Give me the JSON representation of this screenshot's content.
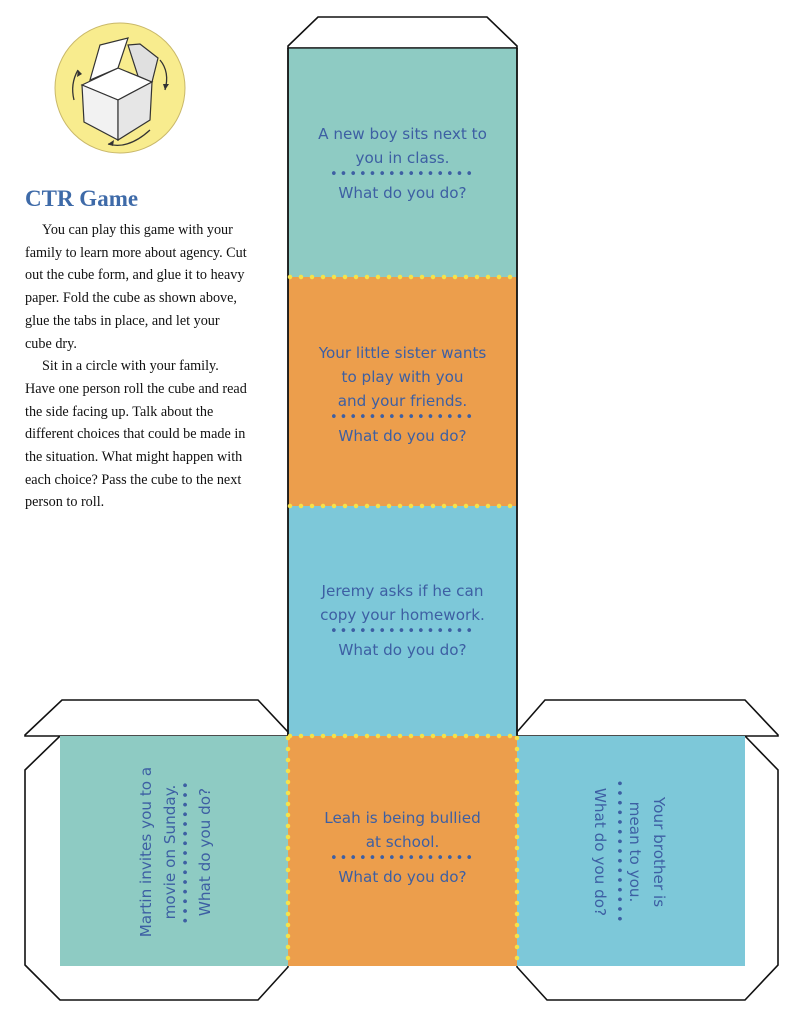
{
  "title": "CTR Game",
  "paragraphs": [
    "You can play this game with your family to learn more about agency. Cut out the cube form, and glue it to heavy paper. Fold the cube as shown above, glue the tabs in place, and let your cube dry.",
    "Sit in a circle with your family. Have one person roll the cube and read the side facing up. Talk about the different choices that could be made in the situation. What might happen with each choice? Pass the cube to the next person to roll."
  ],
  "prompt": "What do you do?",
  "dots": "•••••••••••••••",
  "faces": {
    "top": [
      "A new boy sits next to",
      "you in class."
    ],
    "second": [
      "Your little sister wants",
      "to play with you",
      "and your friends."
    ],
    "third": [
      "Jeremy asks if he can",
      "copy your homework."
    ],
    "left": [
      "Martin invites you to a",
      "movie on Sunday."
    ],
    "center": [
      "Leah is being bullied",
      "at school."
    ],
    "right": [
      "Your brother is",
      "mean to you."
    ]
  },
  "colors": {
    "teal": "#8ecbc3",
    "orange": "#ec9e4c",
    "blue": "#7dc8d9",
    "yellow_dot": "#f5e24a",
    "text_blue": "#3d5fa3",
    "circle": "#f8ec8e"
  }
}
